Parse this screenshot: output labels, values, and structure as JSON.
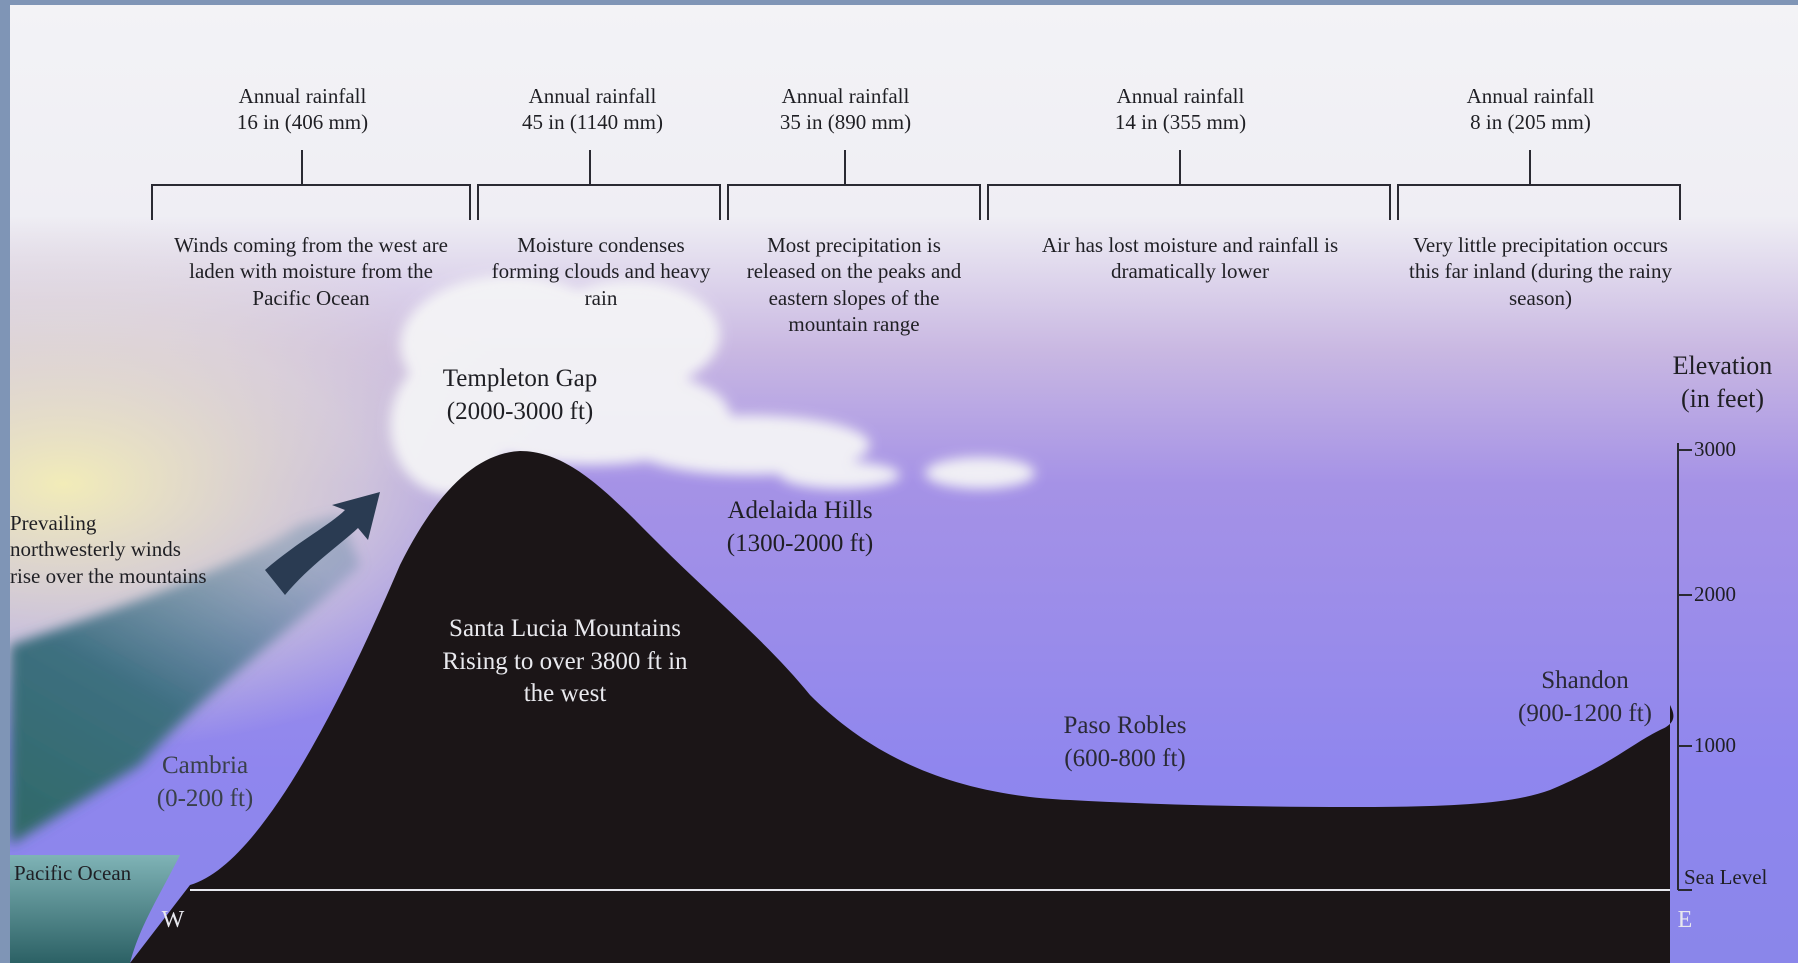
{
  "rainfall_zones": [
    {
      "label": "Annual rainfall",
      "amount": "16 in (406 mm)",
      "description": "Winds coming from the west are laden with moisture from the Pacific Ocean"
    },
    {
      "label": "Annual rainfall",
      "amount": "45 in (1140 mm)",
      "description": "Moisture condenses forming clouds and heavy rain"
    },
    {
      "label": "Annual rainfall",
      "amount": "35 in (890 mm)",
      "description": "Most precipitation is released on the peaks and eastern slopes of the mountain range"
    },
    {
      "label": "Annual rainfall",
      "amount": "14 in (355 mm)",
      "description": "Air has lost moisture and rainfall is dramatically lower"
    },
    {
      "label": "Annual rainfall",
      "amount": "8 in (205 mm)",
      "description": "Very little precipitation occurs this far inland (during the rainy season)"
    }
  ],
  "places": {
    "templeton": {
      "name": "Templeton Gap",
      "elevation": "(2000-3000 ft)"
    },
    "adelaida": {
      "name": "Adelaida Hills",
      "elevation": "(1300-2000 ft)"
    },
    "santa_lucia": {
      "line1": "Santa Lucia Mountains",
      "line2": "Rising to over 3800 ft in",
      "line3": "the west"
    },
    "paso_robles": {
      "name": "Paso Robles",
      "elevation": "(600-800 ft)"
    },
    "shandon": {
      "name": "Shandon",
      "elevation": "(900-1200 ft)"
    },
    "cambria": {
      "name": "Cambria",
      "elevation": "(0-200 ft)"
    },
    "pacific": {
      "name": "Pacific Ocean"
    }
  },
  "winds": {
    "line1": "Prevailing",
    "line2": "northwesterly winds",
    "line3": "rise over the mountains"
  },
  "axis": {
    "title_line1": "Elevation",
    "title_line2": "(in feet)",
    "ticks": [
      "3000",
      "2000",
      "1000",
      "Sea Level"
    ]
  },
  "directions": {
    "west": "W",
    "east": "E"
  },
  "colors": {
    "sky_purple": "#9d8ee8",
    "terrain": "#1b1517",
    "ocean": "#2e5e64",
    "wind_arrow": "#2a3b52",
    "frame": "#7f95b6"
  }
}
